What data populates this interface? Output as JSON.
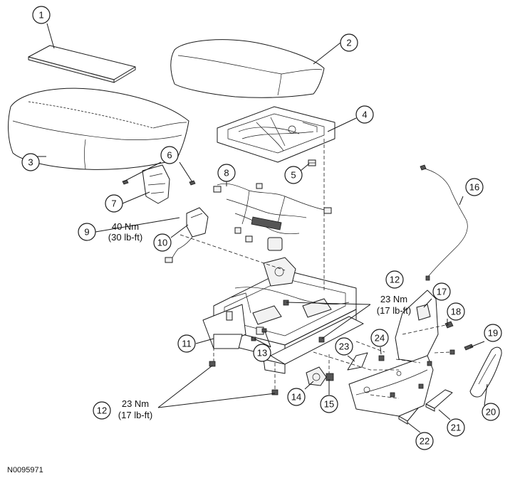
{
  "figure_code": "N0095971",
  "callouts": [
    {
      "n": "1"
    },
    {
      "n": "2"
    },
    {
      "n": "3"
    },
    {
      "n": "4"
    },
    {
      "n": "5"
    },
    {
      "n": "6"
    },
    {
      "n": "7"
    },
    {
      "n": "8"
    },
    {
      "n": "9"
    },
    {
      "n": "10"
    },
    {
      "n": "11"
    },
    {
      "n": "12"
    },
    {
      "n": "13"
    },
    {
      "n": "14"
    },
    {
      "n": "15"
    },
    {
      "n": "16"
    },
    {
      "n": "17"
    },
    {
      "n": "18"
    },
    {
      "n": "19"
    },
    {
      "n": "20"
    },
    {
      "n": "21"
    },
    {
      "n": "22"
    },
    {
      "n": "23"
    },
    {
      "n": "24"
    },
    {
      "n": "12"
    }
  ],
  "torque_specs": {
    "item9": {
      "line1": "40 Nm",
      "line2": "(30 lb-ft)"
    },
    "item12_right": {
      "line1": "23 Nm",
      "line2": "(17 lb-ft)"
    },
    "item12_bottom": {
      "line1": "23 Nm",
      "line2": "(17 lb-ft)"
    }
  }
}
